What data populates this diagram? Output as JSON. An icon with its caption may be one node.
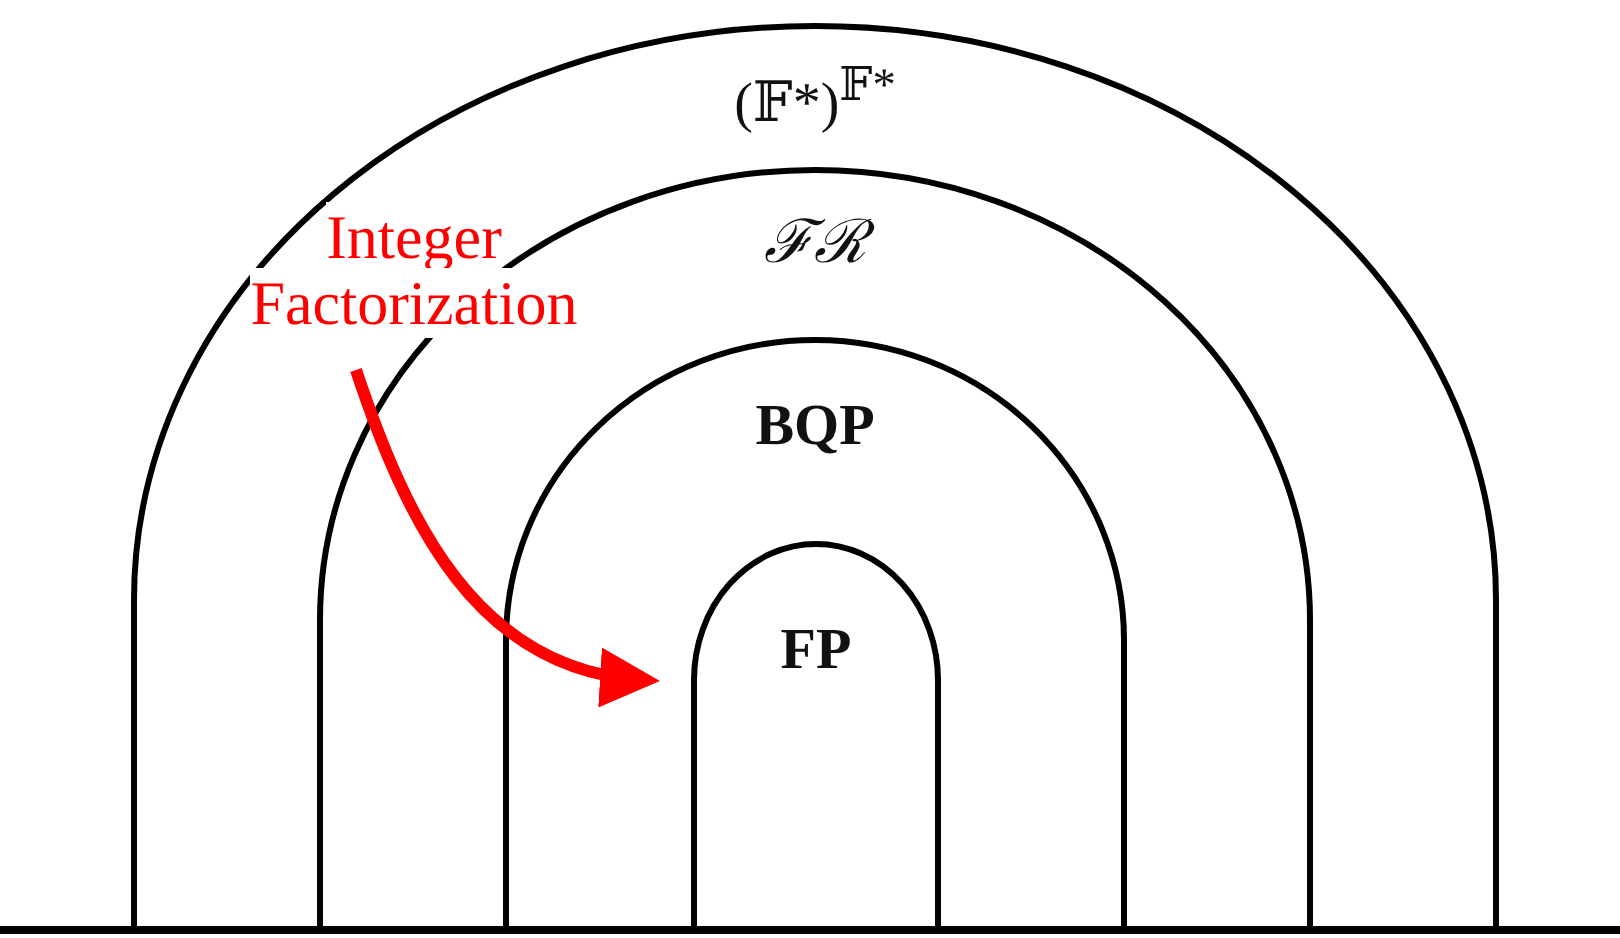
{
  "diagram": {
    "nodes": [
      {
        "text": [
          "(𝔽*)$^{𝔽*}$"
        ]
      },
      {
        "text": [
          "ℱℛ"
        ],
        "in": 0
      },
      {
        "text": [
          "BQP"
        ],
        "in": 1
      },
      {
        "text": [
          "FP"
        ],
        "in": 2
      },
      {
        "text": [
          "Integer Factorization"
        ],
        "in": 0
      }
    ],
    "edges": [
      {
        "from": 4,
        "to": 3,
        "arrow": "to",
        "color": "#ff0000"
      }
    ]
  }
}
